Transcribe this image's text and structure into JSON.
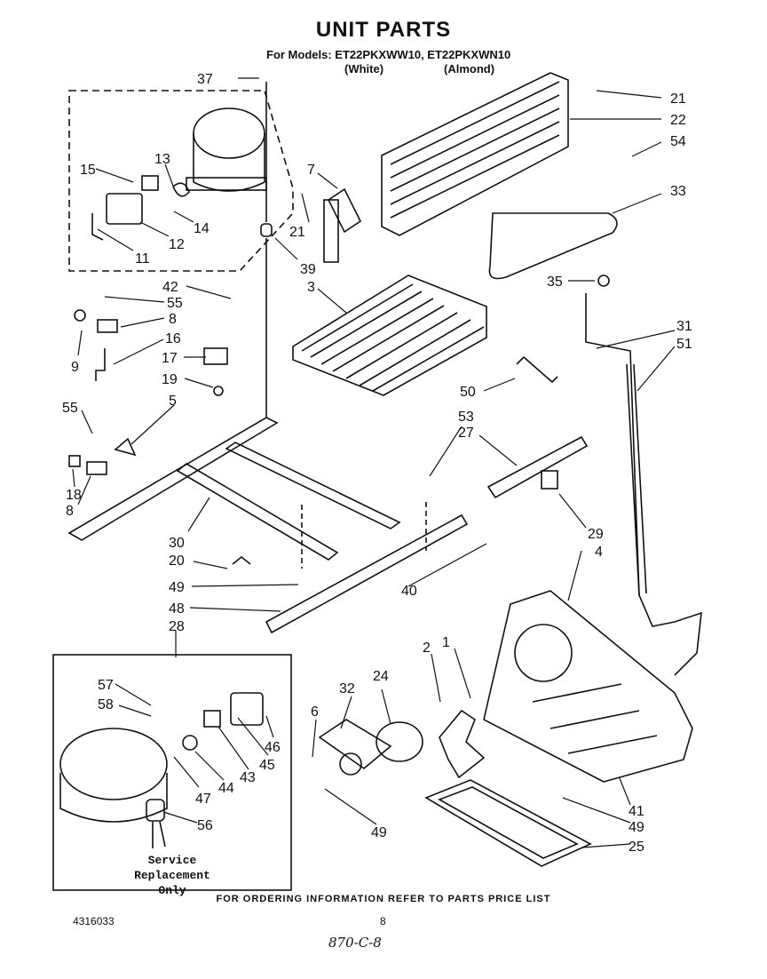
{
  "header": {
    "title": "UNIT PARTS",
    "models": "For Models: ET22PKXWW10, ET22PKXWN10",
    "color_white": "(White)",
    "color_almond": "(Almond)"
  },
  "service_note": {
    "line1": "Service Replacement",
    "line2": "Only"
  },
  "footer": {
    "ordering": "FOR ORDERING INFORMATION REFER TO PARTS PRICE LIST",
    "doc_number": "4316033",
    "page_number": "8",
    "handwritten": "870-C-8"
  },
  "labels": {
    "n37": "37",
    "n21a": "21",
    "n22": "22",
    "n54": "54",
    "n33": "33",
    "n7": "7",
    "n21b": "21",
    "n15": "15",
    "n13": "13",
    "n14": "14",
    "n12": "12",
    "n11": "11",
    "n39": "39",
    "n35": "35",
    "n42": "42",
    "n55a": "55",
    "n3": "3",
    "n8a": "8",
    "n31": "31",
    "n51": "51",
    "n16": "16",
    "n9": "9",
    "n17": "17",
    "n19": "19",
    "n50": "50",
    "n5": "5",
    "n55b": "55",
    "n53": "53",
    "n27": "27",
    "n18": "18",
    "n8b": "8",
    "n29": "29",
    "n4": "4",
    "n30": "30",
    "n20": "20",
    "n49a": "49",
    "n40": "40",
    "n48": "48",
    "n28": "28",
    "n2": "2",
    "n1": "1",
    "n32": "32",
    "n24": "24",
    "n57": "57",
    "n58": "58",
    "n6": "6",
    "n46": "46",
    "n45": "45",
    "n43": "43",
    "n44": "44",
    "n47": "47",
    "n56": "56",
    "n41": "41",
    "n49b": "49",
    "n25": "25",
    "n49c": "49"
  }
}
